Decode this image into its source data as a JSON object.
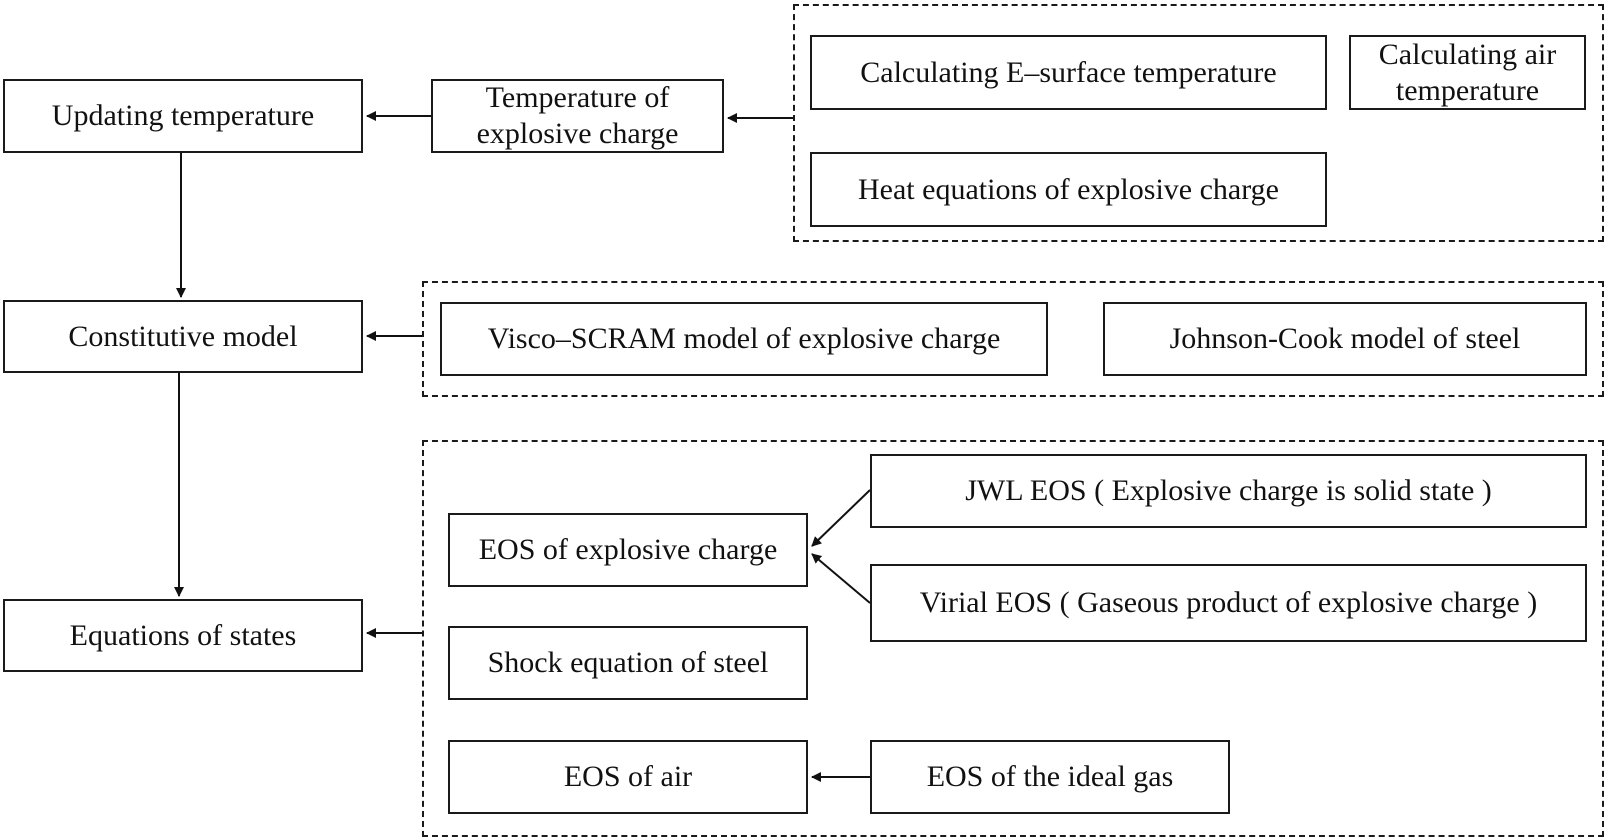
{
  "main_flow": {
    "updating_temperature": "Updating temperature",
    "constitutive_model": "Constitutive model",
    "equations_of_states": "Equations of states"
  },
  "temperature_group": {
    "temperature_of_explosive_charge": "Temperature of explosive charge",
    "e_surface_temperature": "Calculating E–surface temperature",
    "air_temperature": "Calculating air temperature",
    "heat_equations": "Heat equations of explosive charge"
  },
  "constitutive_group": {
    "visco_scram": "Visco–SCRAM model of explosive charge",
    "johnson_cook": "Johnson-Cook model of steel"
  },
  "eos_group": {
    "eos_explosive_charge": "EOS of explosive charge",
    "jwl_eos": "JWL EOS ( Explosive charge is solid state )",
    "virial_eos": "Virial EOS ( Gaseous product of explosive charge )",
    "shock_equation_steel": "Shock equation of steel",
    "eos_air": "EOS of air",
    "eos_ideal_gas": "EOS of the ideal gas"
  }
}
